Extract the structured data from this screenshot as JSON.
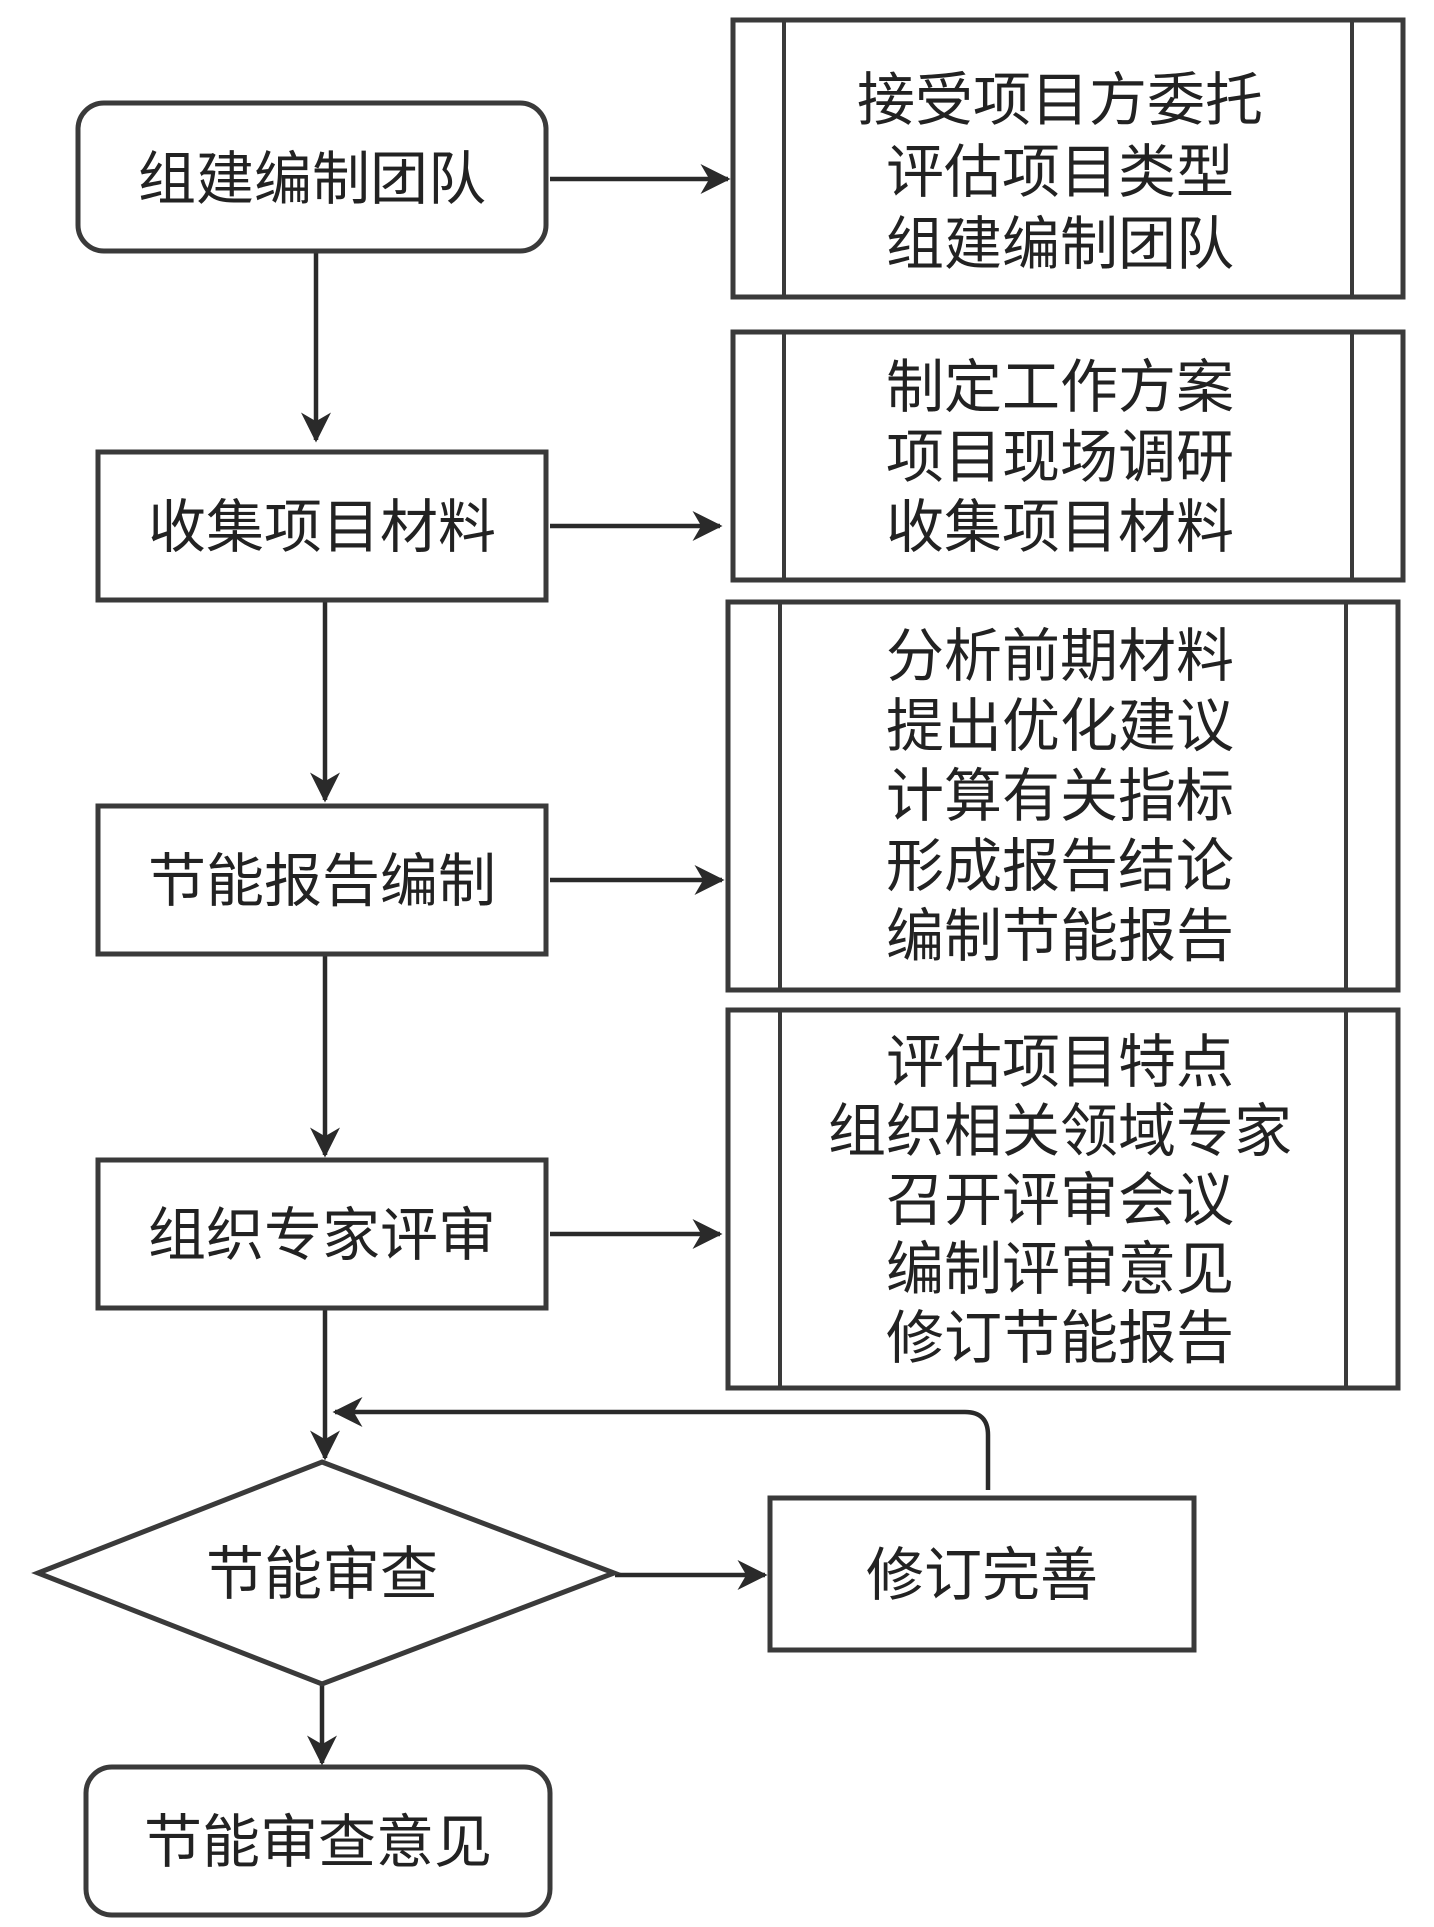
{
  "main_steps": [
    {
      "id": "form-team",
      "label": "组建编制团队"
    },
    {
      "id": "collect-materials",
      "label": "收集项目材料"
    },
    {
      "id": "compile-report",
      "label": "节能报告编制"
    },
    {
      "id": "expert-review",
      "label": "组织专家评审"
    },
    {
      "id": "energy-review",
      "label": "节能审查"
    },
    {
      "id": "review-opinion",
      "label": "节能审查意见"
    }
  ],
  "revise": {
    "label": "修订完善"
  },
  "details": [
    {
      "lines": [
        "接受项目方委托",
        "评估项目类型",
        "组建编制团队"
      ]
    },
    {
      "lines": [
        "制定工作方案",
        "项目现场调研",
        "收集项目材料"
      ]
    },
    {
      "lines": [
        "分析前期材料",
        "提出优化建议",
        "计算有关指标",
        "形成报告结论",
        "编制节能报告"
      ]
    },
    {
      "lines": [
        "评估项目特点",
        "组织相关领域专家",
        "召开评审会议",
        "编制评审意见",
        "修订节能报告"
      ]
    }
  ],
  "colors": {
    "stroke": "#3a3a3a",
    "text": "#222222",
    "background": "#ffffff"
  }
}
